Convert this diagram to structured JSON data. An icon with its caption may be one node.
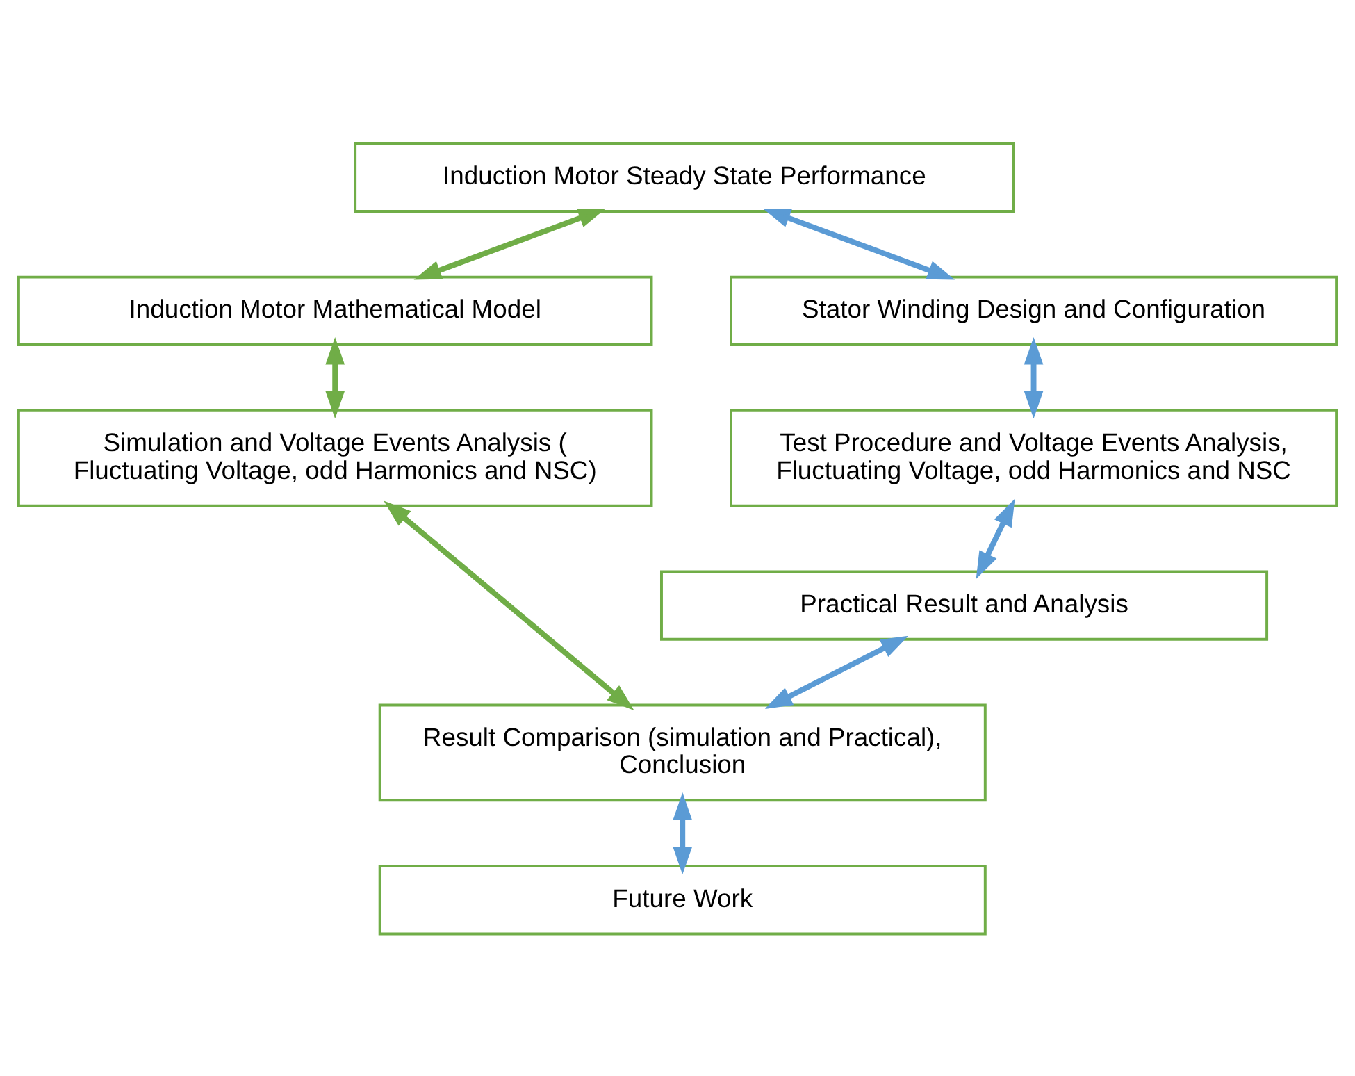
{
  "diagram": {
    "nodes": [
      {
        "text": [
          "Induction Motor Steady State Performance"
        ]
      },
      {
        "text": [
          "Induction Motor Mathematical Model"
        ]
      },
      {
        "text": [
          "Stator Winding Design and Configuration"
        ]
      },
      {
        "text": [
          "Simulation and Voltage Events Analysis ( Fluctuating Voltage, odd Harmonics and NSC)"
        ]
      },
      {
        "text": [
          "Test Procedure and Voltage Events Analysis, Fluctuating Voltage, odd Harmonics and NSC"
        ]
      },
      {
        "text": [
          "Practical Result and Analysis"
        ]
      },
      {
        "text": [
          "Result Comparison (simulation and Practical), Conclusion"
        ]
      },
      {
        "text": [
          "Future Work"
        ]
      }
    ],
    "edges": [
      {
        "from": 0,
        "to": 1,
        "arrow": "both",
        "color": "#70ad47"
      },
      {
        "from": 0,
        "to": 2,
        "arrow": "both"
      },
      {
        "from": 1,
        "to": 3,
        "arrow": "both",
        "color": "#70ad47"
      },
      {
        "from": 2,
        "to": 4,
        "arrow": "both"
      },
      {
        "from": 4,
        "to": 5,
        "arrow": "both"
      },
      {
        "from": 3,
        "to": 6,
        "arrow": "both",
        "color": "#70ad47"
      },
      {
        "from": 5,
        "to": 6,
        "arrow": "both"
      },
      {
        "from": 6,
        "to": 7,
        "arrow": "both"
      }
    ]
  }
}
